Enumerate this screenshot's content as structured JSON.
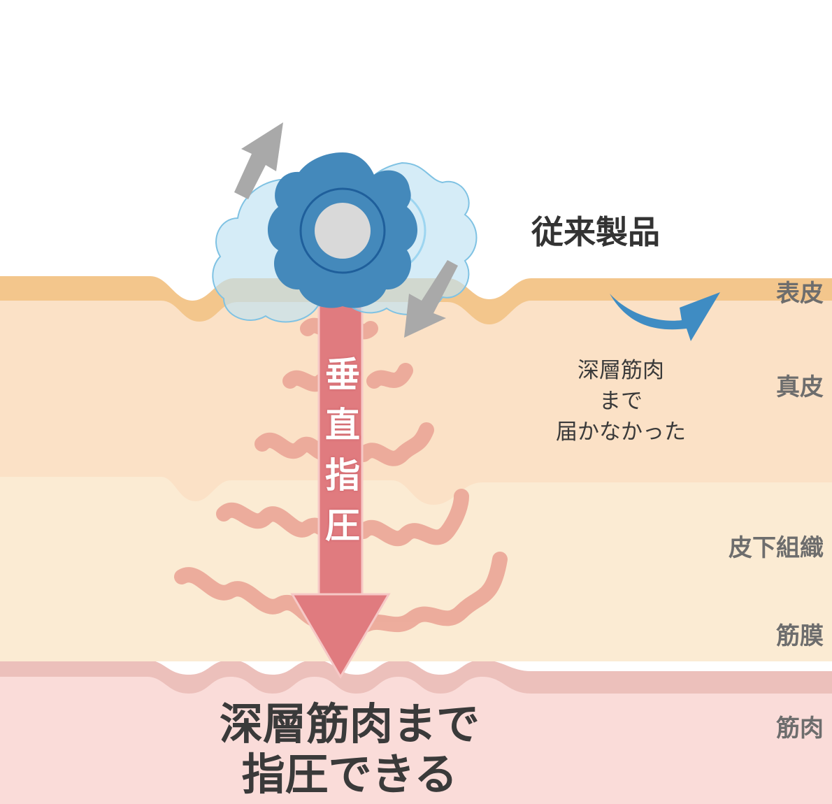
{
  "labels": {
    "headline": "従来製品",
    "layers": [
      "表皮",
      "真皮",
      "皮下組織",
      "筋膜",
      "筋肉"
    ],
    "note_lines": [
      "深層筋肉",
      "まで",
      "届かなかった"
    ],
    "arrow_chars": [
      "垂",
      "直",
      "指",
      "圧"
    ],
    "bottom_lines": [
      "深層筋肉まで",
      "指圧できる"
    ]
  },
  "colors": {
    "background": "#ffffff",
    "epidermis": "#f3c68c",
    "dermis": "#fbe1c6",
    "subcutis": "#fbebd3",
    "fascia": "#ecc0bb",
    "muscle": "#fadcd9",
    "waves": "#eba697",
    "pressure_arrow": "#e07b7f",
    "head_blue": "#4489bb",
    "head_inner": "#2d6ea8",
    "head_center": "#d9d9d9",
    "ghost": "#bfe2f3",
    "turn_arrow": "#3f8cc3",
    "gray_arrow": "#a9a9a9"
  },
  "icons": [
    "massage-head-icon",
    "rotation-arrow-icon",
    "pressure-arrow-icon"
  ]
}
